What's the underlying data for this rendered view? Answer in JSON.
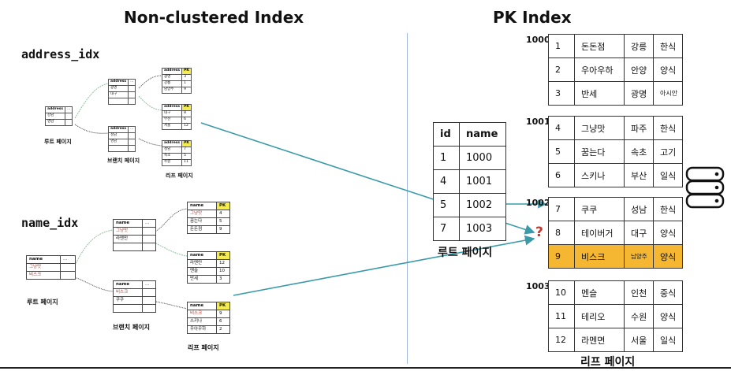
{
  "titles": {
    "left": "Non-clustered Index",
    "right": "PK Index"
  },
  "indexes": {
    "address": "address_idx",
    "name": "name_idx"
  },
  "caption": {
    "root": "루트 페이지",
    "branch": "브랜치 페이지",
    "leaf": "리프 페이지"
  },
  "addr": {
    "root": {
      "h1": "address",
      "h2": "...",
      "rows": [
        "강남",
        "영남"
      ]
    },
    "branch1": {
      "h1": "address",
      "h2": "...",
      "rows": [
        "광명",
        "대구",
        ""
      ]
    },
    "branch2": {
      "h1": "address",
      "h2": "...",
      "rows": [
        "성남",
        "영남",
        ""
      ]
    },
    "leaf1": {
      "h1": "address",
      "h2": "PK",
      "rows": [
        [
          "광명",
          "3"
        ],
        [
          "강릉",
          "1"
        ],
        [
          "남양주",
          "9"
        ]
      ]
    },
    "leaf2": {
      "h1": "address",
      "h2": "PK",
      "rows": [
        [
          "대구",
          "8"
        ],
        [
          "부산",
          "6"
        ],
        [
          "서울",
          "12"
        ]
      ]
    },
    "leaf3": {
      "h1": "address",
      "h2": "PK",
      "rows": [
        [
          "성남",
          "7"
        ],
        [
          "속초",
          "5"
        ],
        [
          "수원",
          "11"
        ]
      ]
    }
  },
  "nm": {
    "root": {
      "h1": "name",
      "h2": "...",
      "rows": [
        "그냥맛",
        "비스크"
      ]
    },
    "branch1": {
      "h1": "name",
      "h2": "...",
      "rows": [
        "그냥맛",
        "라멘만",
        ""
      ]
    },
    "branch2": {
      "h1": "name",
      "h2": "...",
      "rows": [
        "비스크",
        "쿠쿠",
        ""
      ]
    },
    "leaf1": {
      "h1": "name",
      "h2": "PK",
      "rows": [
        [
          "그냥맛",
          "4"
        ],
        [
          "꿈는다",
          "5"
        ],
        [
          "돈돈점",
          "9"
        ]
      ]
    },
    "leaf2": {
      "h1": "name",
      "h2": "PK",
      "rows": [
        [
          "라멘만",
          "12"
        ],
        [
          "멘슬",
          "10"
        ],
        [
          "반세",
          "3"
        ]
      ]
    },
    "leaf3": {
      "h1": "name",
      "h2": "PK",
      "rows": [
        [
          "비스크",
          "9"
        ],
        [
          "스키나",
          "6"
        ],
        [
          "우아우하",
          "2"
        ]
      ]
    }
  },
  "pkroot": {
    "h1": "id",
    "h2": "name",
    "rows": [
      [
        "1",
        "1000"
      ],
      [
        "4",
        "1001"
      ],
      [
        "5",
        "1002"
      ],
      [
        "7",
        "1003"
      ]
    ]
  },
  "question": "?",
  "pages": [
    {
      "num": "1000",
      "rows": [
        [
          "1",
          "돈돈점",
          "강릉",
          "한식"
        ],
        [
          "2",
          "우아우하",
          "안양",
          "양식"
        ],
        [
          "3",
          "반세",
          "광명",
          "아시안"
        ]
      ]
    },
    {
      "num": "1001",
      "rows": [
        [
          "4",
          "그냥맛",
          "파주",
          "한식"
        ],
        [
          "5",
          "꿈는다",
          "속초",
          "고기"
        ],
        [
          "6",
          "스키나",
          "부산",
          "일식"
        ]
      ]
    },
    {
      "num": "1002",
      "rows": [
        [
          "7",
          "쿠쿠",
          "성남",
          "한식"
        ],
        [
          "8",
          "테이버거",
          "대구",
          "양식"
        ],
        [
          "9",
          "비스크",
          "남양주",
          "양식"
        ]
      ]
    },
    {
      "num": "1003",
      "rows": [
        [
          "10",
          "멘슬",
          "인천",
          "중식"
        ],
        [
          "11",
          "테리오",
          "수원",
          "양식"
        ],
        [
          "12",
          "라멘면",
          "서울",
          "일식"
        ]
      ]
    }
  ],
  "colors": {
    "arrow": "#3a9aa8",
    "highlight": "#f5b731",
    "pk": "#f4ec4f",
    "divider": "#9fb6d6"
  },
  "icon": "database-icon"
}
